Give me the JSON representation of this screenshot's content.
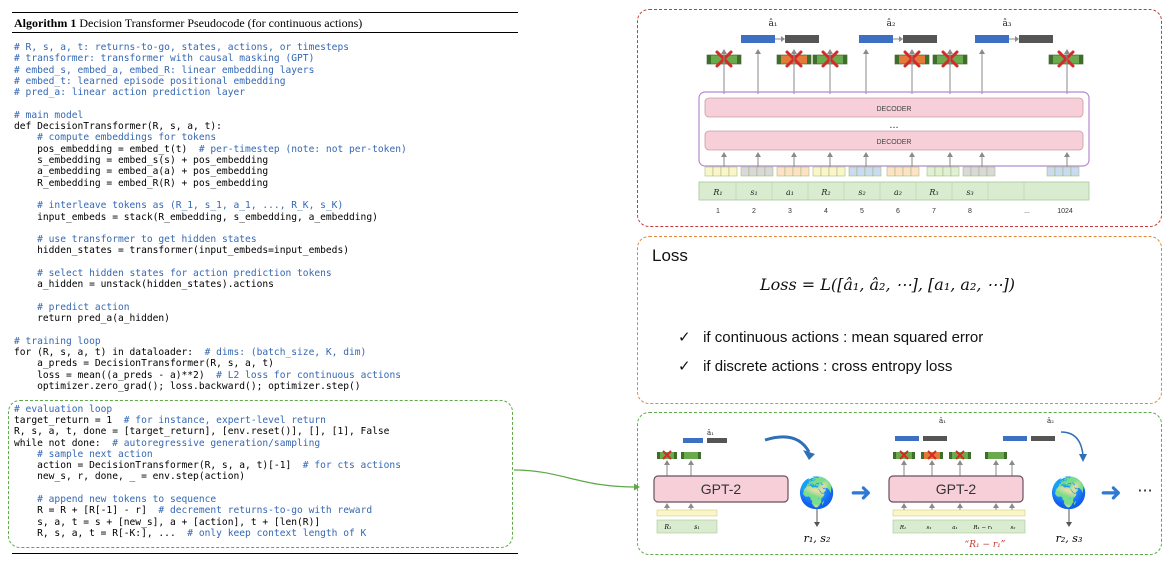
{
  "algorithm": {
    "title_bold": "Algorithm 1",
    "title_rest": " Decision Transformer Pseudocode (for continuous actions)",
    "lines": [
      {
        "code": "",
        "comment": "# R, s, a, t: returns-to-go, states, actions, or timesteps"
      },
      {
        "code": "",
        "comment": "# transformer: transformer with causal masking (GPT)"
      },
      {
        "code": "",
        "comment": "# embed_s, embed_a, embed_R: linear embedding layers"
      },
      {
        "code": "",
        "comment": "# embed_t: learned episode positional embedding"
      },
      {
        "code": "",
        "comment": "# pred_a: linear action prediction layer"
      },
      {
        "code": "",
        "comment": ""
      },
      {
        "code": "",
        "comment": "# main model"
      },
      {
        "code": "def DecisionTransformer(R, s, a, t):",
        "comment": ""
      },
      {
        "code": "    ",
        "comment": "# compute embeddings for tokens"
      },
      {
        "code": "    pos_embedding = embed_t(t)  ",
        "comment": "# per-timestep (note: not per-token)"
      },
      {
        "code": "    s_embedding = embed_s(s) + pos_embedding",
        "comment": ""
      },
      {
        "code": "    a_embedding = embed_a(a) + pos_embedding",
        "comment": ""
      },
      {
        "code": "    R_embedding = embed_R(R) + pos_embedding",
        "comment": ""
      },
      {
        "code": "",
        "comment": ""
      },
      {
        "code": "    ",
        "comment": "# interleave tokens as (R_1, s_1, a_1, ..., R_K, s_K)"
      },
      {
        "code": "    input_embeds = stack(R_embedding, s_embedding, a_embedding)",
        "comment": ""
      },
      {
        "code": "",
        "comment": ""
      },
      {
        "code": "    ",
        "comment": "# use transformer to get hidden states"
      },
      {
        "code": "    hidden_states = transformer(input_embeds=input_embeds)",
        "comment": ""
      },
      {
        "code": "",
        "comment": ""
      },
      {
        "code": "    ",
        "comment": "# select hidden states for action prediction tokens"
      },
      {
        "code": "    a_hidden = unstack(hidden_states).actions",
        "comment": ""
      },
      {
        "code": "",
        "comment": ""
      },
      {
        "code": "    ",
        "comment": "# predict action"
      },
      {
        "code": "    return pred_a(a_hidden)",
        "comment": ""
      },
      {
        "code": "",
        "comment": ""
      },
      {
        "code": "",
        "comment": "# training loop"
      },
      {
        "code": "for (R, s, a, t) in dataloader:  ",
        "comment": "# dims: (batch_size, K, dim)"
      },
      {
        "code": "    a_preds = DecisionTransformer(R, s, a, t)",
        "comment": ""
      },
      {
        "code": "    loss = mean((a_preds - a)**2)  ",
        "comment": "# L2 loss for continuous actions"
      },
      {
        "code": "    optimizer.zero_grad(); loss.backward(); optimizer.step()",
        "comment": ""
      },
      {
        "code": "",
        "comment": ""
      },
      {
        "code": "",
        "comment": "# evaluation loop"
      },
      {
        "code": "target_return = 1  ",
        "comment": "# for instance, expert-level return"
      },
      {
        "code": "R, s, a, t, done = [target_return], [env.reset()], [], [1], False",
        "comment": ""
      },
      {
        "code": "while not done:  ",
        "comment": "# autoregressive generation/sampling"
      },
      {
        "code": "    ",
        "comment": "# sample next action"
      },
      {
        "code": "    action = DecisionTransformer(R, s, a, t)[-1]  ",
        "comment": "# for cts actions"
      },
      {
        "code": "    new_s, r, done, _ = env.step(action)",
        "comment": ""
      },
      {
        "code": "",
        "comment": ""
      },
      {
        "code": "    ",
        "comment": "# append new tokens to sequence"
      },
      {
        "code": "    R = R + [R[-1] - r]  ",
        "comment": "# decrement returns-to-go with reward"
      },
      {
        "code": "    s, a, t = s + [new_s], a + [action], t + [len(R)]",
        "comment": ""
      },
      {
        "code": "    R, s, a, t = R[-K:], ...  ",
        "comment": "# only keep context length of K"
      }
    ]
  },
  "top_diagram": {
    "decoder_label": "DECODER",
    "ellipsis": "...",
    "pred_labels": [
      "â₁",
      "â₂",
      "â₃"
    ],
    "token_labels": [
      "R₁",
      "s₁",
      "a₁",
      "R₂",
      "s₂",
      "a₂",
      "R₃",
      "s₃",
      "",
      ""
    ],
    "positions": [
      "1",
      "2",
      "3",
      "4",
      "5",
      "6",
      "7",
      "8",
      "...",
      "1024"
    ]
  },
  "loss_panel": {
    "title": "Loss",
    "formula": "Loss = L([â₁, â₂, ⋯], [a₁, a₂, ⋯])",
    "check": "✓",
    "items": [
      "if continuous actions : mean squared error",
      "if discrete actions : cross entropy loss"
    ]
  },
  "eval_diagram": {
    "gpt_label": "GPT-2",
    "ellipsis": "···",
    "pred_left": "â₁",
    "pred_right": [
      "â₁",
      "â₂"
    ],
    "left_tokens": [
      "R₁",
      "s₁"
    ],
    "right_tokens": [
      "R₁",
      "s₁",
      "a₁",
      "R₁ − r₁",
      "s₂"
    ],
    "output_1": "r₁, s₂",
    "output_2": "r₂, s₃",
    "annotation": "“R₁ − r₁”",
    "globe": "🌍",
    "arrow": "➜"
  },
  "colors": {
    "red_dash": "#c33a3a",
    "orange_dash": "#e0893a",
    "green_dash": "#5fa84a",
    "comment_blue": "#3568b4",
    "decoder_fill": "#f6cfd8",
    "decoder_border": "#b58ad0",
    "action_blue": "#3d6fc2",
    "token_green": "#6aaa4c",
    "token_orange": "#e27b3a"
  }
}
